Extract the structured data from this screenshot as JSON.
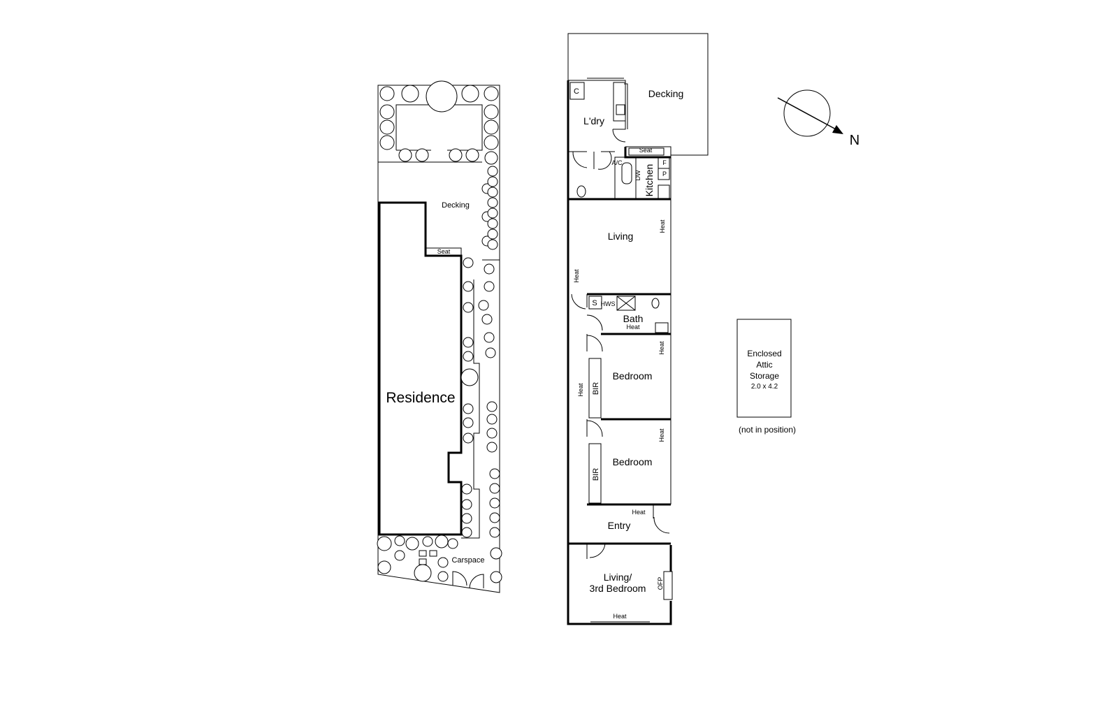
{
  "site_plan": {
    "residence": "Residence",
    "decking": "Decking",
    "seat": "Seat",
    "carspace": "Carspace"
  },
  "floor_plan": {
    "decking": "Decking",
    "cupboard": "C",
    "laundry": "L'dry",
    "seat": "Seat",
    "ac": "A/C",
    "dw": "DW",
    "kitchen": "Kitchen",
    "fridge": "F",
    "pantry": "P",
    "living": "Living",
    "heat_living_right": "Heat",
    "heat_living_left": "Heat",
    "shower": "S",
    "hws": "HWS",
    "bath": "Bath",
    "heat_bath": "Heat",
    "bedroom1": "Bedroom",
    "heat_bed1_right": "Heat",
    "heat_bed1_left": "Heat",
    "bir1": "BIR",
    "bedroom2": "Bedroom",
    "heat_bed2": "Heat",
    "bir2": "BIR",
    "entry": "Entry",
    "heat_entry": "Heat",
    "living_3rd_line1": "Living/",
    "living_3rd_line2": "3rd Bedroom",
    "ofp": "OFP",
    "heat_front": "Heat"
  },
  "compass": {
    "north": "N"
  },
  "attic": {
    "line1": "Enclosed",
    "line2": "Attic",
    "line3": "Storage",
    "dims": "2.0 x 4.2",
    "note": "(not in position)"
  }
}
